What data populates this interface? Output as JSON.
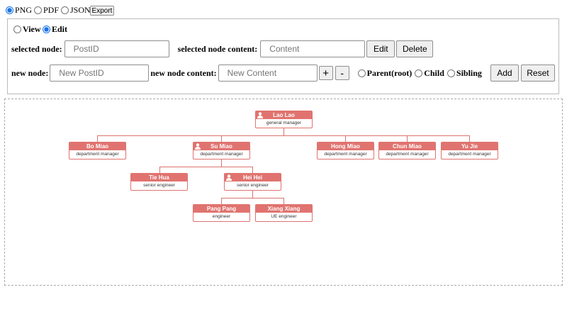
{
  "export": {
    "formats": [
      {
        "label": "PNG",
        "checked": true
      },
      {
        "label": "PDF",
        "checked": false
      },
      {
        "label": "JSON",
        "checked": false
      }
    ],
    "button": "Export"
  },
  "mode": {
    "options": [
      {
        "label": "View",
        "checked": false
      },
      {
        "label": "Edit",
        "checked": true
      }
    ]
  },
  "selected": {
    "node_label": "selected node:",
    "node_placeholder": "PostID",
    "content_label": "selected node content:",
    "content_placeholder": "Content",
    "edit": "Edit",
    "delete": "Delete"
  },
  "new": {
    "node_label": "new node:",
    "node_placeholder": "New PostID",
    "content_label": "new node content:",
    "content_placeholder": "New Content",
    "plus": "+",
    "minus": "-",
    "relations": [
      "Parent(root)",
      "Child",
      "Sibling"
    ],
    "add": "Add",
    "reset": "Reset"
  },
  "colors": {
    "node": "#e0736f"
  },
  "chart": {
    "nodes": [
      {
        "name": "Lao Lao",
        "title": "general manager",
        "icon": "user-icon"
      },
      {
        "name": "Bo Miao",
        "title": "department manager"
      },
      {
        "name": "Su Miao",
        "title": "department manager",
        "icon": "user-icon"
      },
      {
        "name": "Hong Miao",
        "title": "department manager"
      },
      {
        "name": "Chun Miao",
        "title": "department manager"
      },
      {
        "name": "Yu Jie",
        "title": "department manager"
      },
      {
        "name": "Tie Hua",
        "title": "senior engineer"
      },
      {
        "name": "Hei Hei",
        "title": "senior engineer",
        "icon": "user-icon"
      },
      {
        "name": "Pang Pang",
        "title": "engineer"
      },
      {
        "name": "Xiang Xiang",
        "title": "UE engineer"
      }
    ]
  }
}
